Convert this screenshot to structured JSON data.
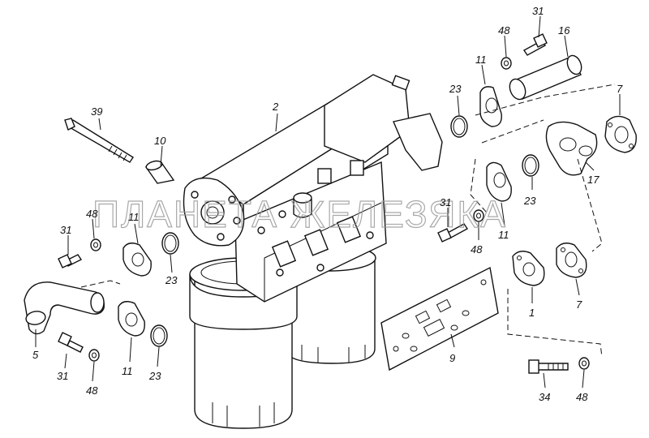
{
  "watermark": "ПЛАНЕТА ЖЕЛЕЗЯКА",
  "callouts": {
    "c2": "2",
    "c39": "39",
    "c10": "10",
    "c31_top": "31",
    "c48_top": "48",
    "c16": "16",
    "c11_top": "11",
    "c23_top": "23",
    "c7_top": "7",
    "c17": "17",
    "c23_mid": "23",
    "c31_mid": "31",
    "c48_mid": "48",
    "c11_mid": "11",
    "c1": "1",
    "c7_mid": "7",
    "c9": "9",
    "c34": "34",
    "c48_br": "48",
    "c31_left": "31",
    "c48_left": "48",
    "c11_left": "11",
    "c23_left": "23",
    "c5": "5",
    "c31_bl": "31",
    "c48_bl": "48",
    "c11_bl": "11",
    "c23_bl": "23"
  }
}
